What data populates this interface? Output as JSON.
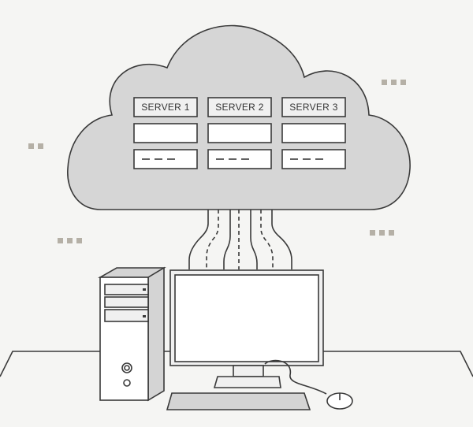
{
  "servers": [
    {
      "label": "SERVER 1"
    },
    {
      "label": "SERVER 2"
    },
    {
      "label": "SERVER 3"
    }
  ],
  "colors": {
    "background": "#f5f5f3",
    "cloud": "#d6d6d6",
    "stroke": "#3a3a3a",
    "decoration_dots": "#b5b0a6"
  }
}
